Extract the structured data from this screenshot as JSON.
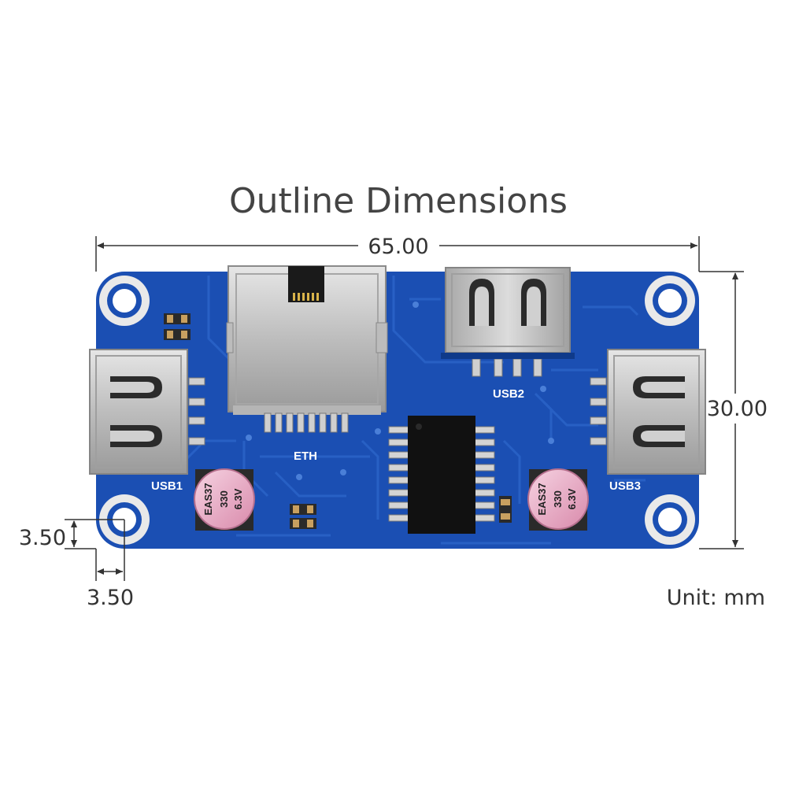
{
  "title": "Outline Dimensions",
  "dimensions": {
    "width": "65.00",
    "height": "30.00",
    "hole_offset_y": "3.50",
    "hole_offset_x": "3.50"
  },
  "unit_label": "Unit: mm",
  "silkscreen": {
    "eth": "ETH",
    "usb1": "USB1",
    "usb2": "USB2",
    "usb3": "USB3"
  },
  "capacitor": {
    "line1": "EAS37",
    "line2": "330",
    "line3": "6.3V"
  },
  "colors": {
    "pcb": "#1b4fb3",
    "pcb_dark": "#113c8c",
    "trace": "#2a62c6",
    "metal": "#c9c9c9",
    "cap_pink": "#e8a6c0"
  }
}
